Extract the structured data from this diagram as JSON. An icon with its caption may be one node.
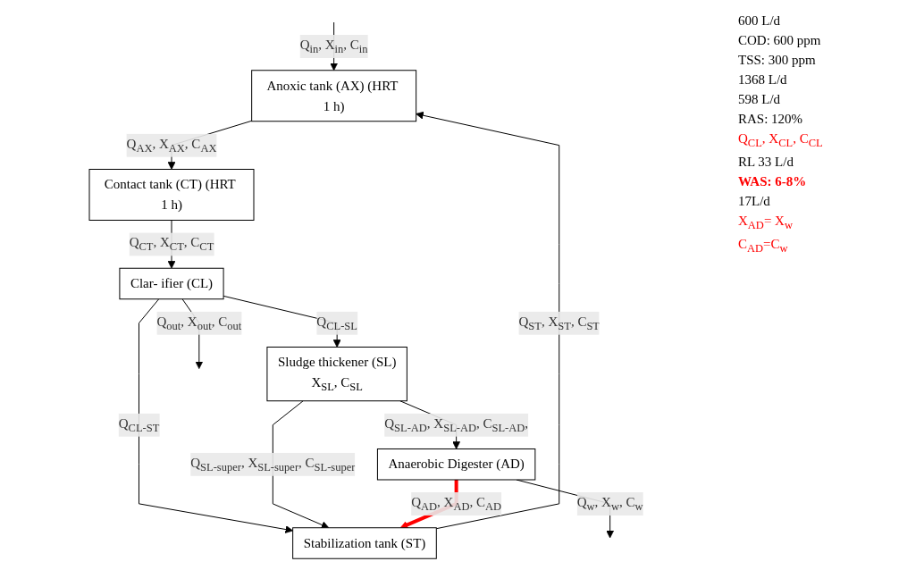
{
  "diagram": {
    "nodes": [
      {
        "text": [
          "Anoxic tank (AX) (HRT 1 h)"
        ]
      },
      {
        "text": [
          "Contact tank (CT) (HRT 1 h)"
        ]
      },
      {
        "text": [
          "Clar- ifier (CL)"
        ]
      },
      {
        "text": [
          "Stabilization tank (ST)"
        ]
      },
      {
        "text": [
          "Anaerobic Digester (AD)"
        ]
      },
      {
        "text": [
          "Sludge thickener (SL)",
          "X$_{SL}$, C$_{SL}$"
        ]
      }
    ],
    "edges": [
      {
        "from": null,
        "to": 0,
        "arrow": "to",
        "label": "Q$_{in}$, X$_{in}$, C$_{in}$"
      },
      {
        "from": 0,
        "to": 1,
        "arrow": "to",
        "label": "Q$_{AX}$, X$_{AX}$, C$_{AX}$"
      },
      {
        "from": 1,
        "to": 2,
        "arrow": "to",
        "label": "Q$_{CT}$, X$_{CT}$, C$_{CT}$"
      },
      {
        "from": 2,
        "to": null,
        "arrow": "to",
        "label": "Q$_{out}$, X$_{out}$, C$_{out}$"
      },
      {
        "from": 2,
        "to": 3,
        "arrow": "to",
        "label": "Q$_{CL-ST}$"
      },
      {
        "from": 2,
        "to": 5,
        "arrow": "to",
        "label": "Q$_{CL-SL}$"
      },
      {
        "from": 3,
        "to": 0,
        "arrow": "to",
        "label": "Q$_{ST}$, X$_{ST}$, C$_{ST}$"
      },
      {
        "from": 5,
        "to": 3,
        "arrow": "to",
        "label": "Q$_{SL-super}$, X$_{SL-super}$, C$_{SL-super}$"
      },
      {
        "from": 5,
        "to": 4,
        "arrow": "to",
        "label": "Q$_{SL-AD}$, X$_{SL-AD}$, C$_{SL-AD}$,"
      },
      {
        "from": 4,
        "to": 3,
        "arrow": "to",
        "label": "Q$_{AD}$, X$_{AD}$, C$_{AD}$",
        "style": "thick",
        "color": "#ff0000"
      },
      {
        "from": 4,
        "to": null,
        "arrow": "to",
        "label": "Q$_{w}$, X$_{w}$, C$_{w}$"
      }
    ],
    "labels": [
      "600 L/d",
      "COD: 600 ppm",
      "TSS: 300 ppm",
      "1368 L/d",
      "598 L/d",
      "RAS: 120%",
      "Q$_{CL}$, X$_{CL}$, C$_{CL}$",
      "RL 33 L/d",
      "WAS:  6-8%",
      "17L/d",
      "X$_{AD}$= X$_{w}$",
      "C$_{AD}$=C$_{w}$"
    ]
  }
}
